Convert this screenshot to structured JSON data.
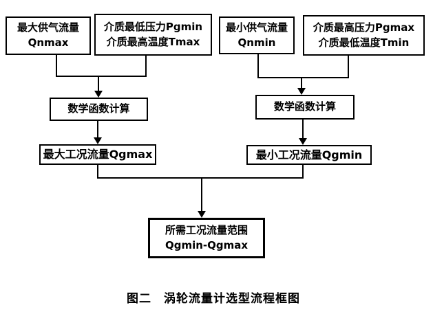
{
  "page": {
    "background_color": "#ffffff",
    "line_color": "#000000"
  },
  "flowchart": {
    "boxes": {
      "qnmax": {
        "line1": "最大供气流量",
        "line2": "Qnmax"
      },
      "pgmin_tmax": {
        "line1": "介质最低压力Pgmin",
        "line2": "介质最高温度Tmax"
      },
      "qnmin": {
        "line1": "最小供气流量",
        "line2": "Qnmin"
      },
      "pgmax_tmin": {
        "line1": "介质最高压力Pgmax",
        "line2": "介质最低温度Tmin"
      },
      "math_left": {
        "label": "数学函数计算"
      },
      "math_right": {
        "label": "数学函数计算"
      },
      "qgmax": {
        "label": "最大工况流量Qgmax"
      },
      "qgmin": {
        "label": "最小工况流量Qgmin"
      },
      "result": {
        "line1": "所需工况流量范围",
        "line2": "Qgmin-Qgmax"
      }
    },
    "caption": "图二　涡轮流量计选型流程框图"
  }
}
